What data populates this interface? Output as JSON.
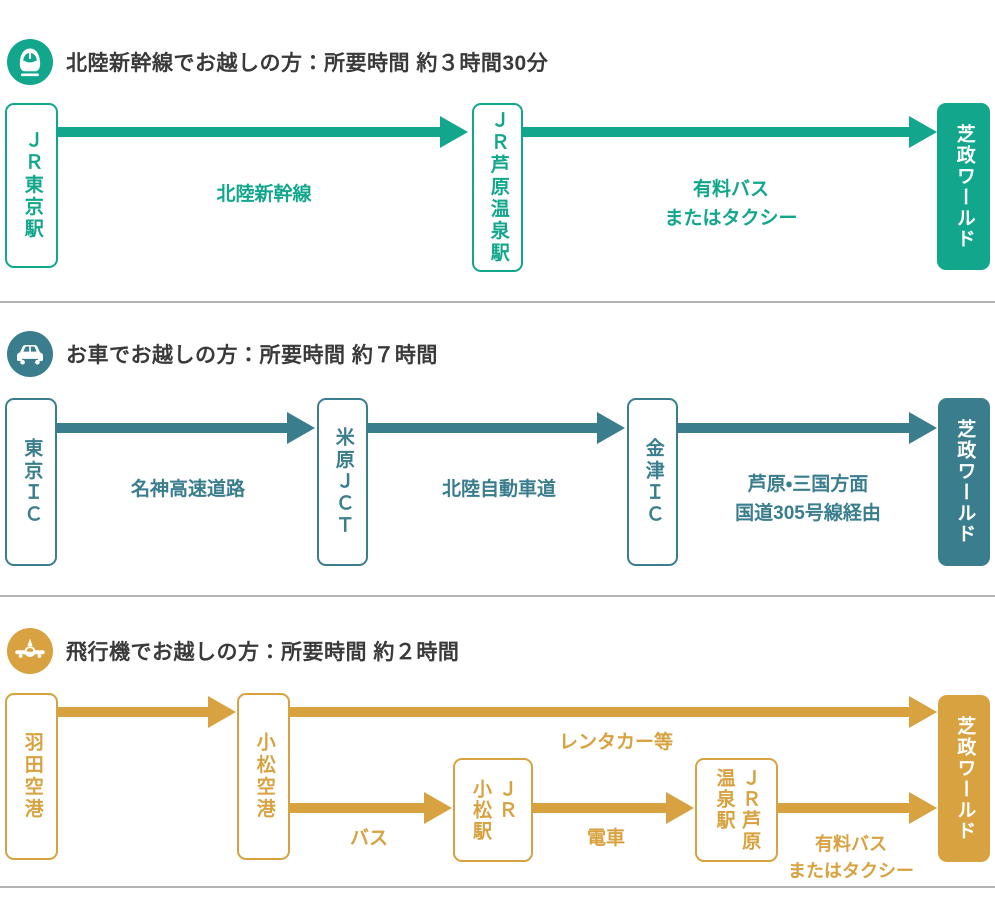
{
  "colors": {
    "shinkansen_green": "#12a78c",
    "car_teal": "#3a7e8d",
    "airplane_gold": "#d7a23f",
    "heading_text": "#3a3a3a",
    "divider_gray": "#b3b3b3",
    "destination_text": "#ffffff",
    "box_background": "#ffffff"
  },
  "sections": [
    {
      "icon": "shinkansen-icon",
      "title": "北陸新幹線でお越しの方：所要時間 約３時間30分",
      "nodes": [
        "ＪＲ東京駅",
        "ＪＲ芦原温泉駅"
      ],
      "edges": [
        "北陸新幹線",
        "有料バス\nまたはタクシー"
      ],
      "destination": "芝政ワールド"
    },
    {
      "icon": "car-icon",
      "title": "お車でお越しの方：所要時間 約７時間",
      "nodes": [
        "東京ＩＣ",
        "米原ＪＣＴ",
        "金津ＩＣ"
      ],
      "edges": [
        "名神高速道路",
        "北陸自動車道",
        "芦原・三国方面\n国道305号線経由"
      ],
      "destination": "芝政ワールド"
    },
    {
      "icon": "airplane-icon",
      "title": "飛行機でお越しの方：所要時間 約２時間",
      "nodes": [
        "羽田空港",
        "小松空港",
        "ＪＲ\n小松駅",
        "ＪＲ芦原\n温泉駅"
      ],
      "edges": [
        "レンタカー等",
        "バス",
        "電車",
        "有料バス\nまたはタクシー"
      ],
      "destination": "芝政ワールド"
    }
  ]
}
